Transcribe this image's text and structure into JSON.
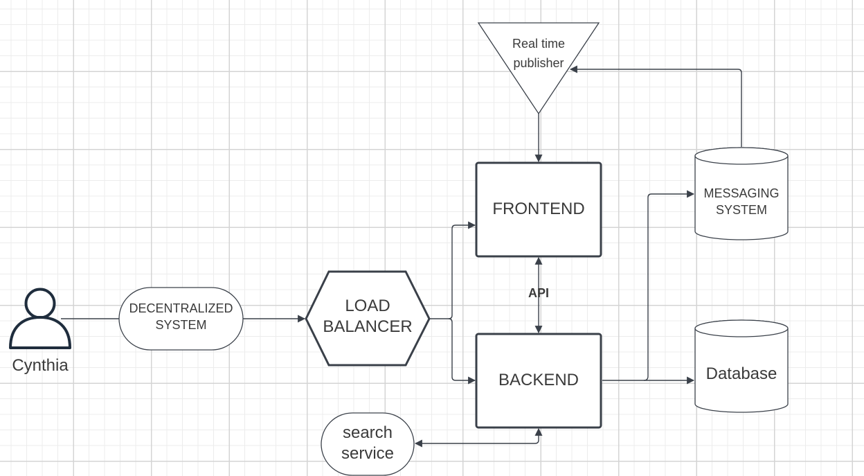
{
  "actor": {
    "label": "Cynthia",
    "icon": "person-icon"
  },
  "nodes": {
    "decentralized": {
      "line1": "DECENTRALIZED",
      "line2": "SYSTEM"
    },
    "load_balancer": {
      "line1": "LOAD",
      "line2": "BALANCER"
    },
    "frontend": {
      "label": "FRONTEND"
    },
    "backend": {
      "label": "BACKEND"
    },
    "publisher": {
      "line1": "Real time",
      "line2": "publisher"
    },
    "messaging": {
      "line1": "MESSAGING",
      "line2": "SYSTEM"
    },
    "database": {
      "label": "Database"
    },
    "search": {
      "line1": "search",
      "line2": "service"
    }
  },
  "edges": {
    "api_label": "API"
  },
  "colors": {
    "stroke": "#3a4049",
    "actor": "#1f2d3d",
    "text": "#3a3a3a",
    "grid_major": "#d4d4d4",
    "grid_minor": "#ececec"
  }
}
